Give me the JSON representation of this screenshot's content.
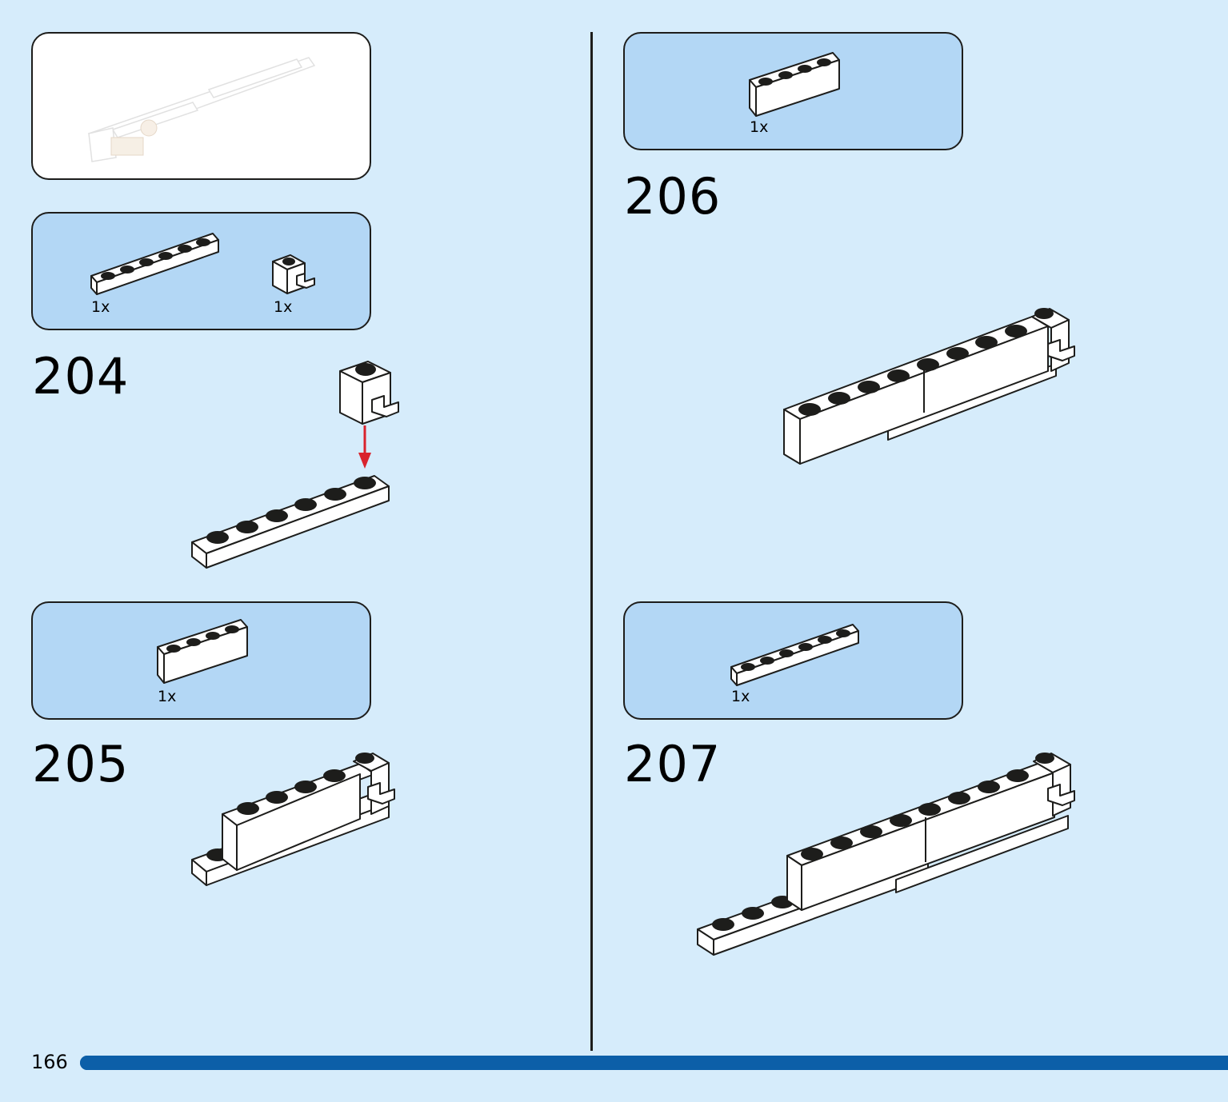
{
  "page": {
    "number": "166"
  },
  "progress": {
    "fraction": 1.0,
    "color": "#0c5fa8"
  },
  "colors": {
    "background": "#d6ecfb",
    "parts_box": "#b3d7f5",
    "arrow": "#d9232d"
  },
  "steps": [
    {
      "number": "204",
      "parts": [
        {
          "qty": "1x",
          "part": "plate-1x6"
        },
        {
          "qty": "1x",
          "part": "brick-1x1-clip"
        }
      ]
    },
    {
      "number": "205",
      "parts": [
        {
          "qty": "1x",
          "part": "brick-1x4"
        }
      ]
    },
    {
      "number": "206",
      "parts": [
        {
          "qty": "1x",
          "part": "brick-1x4"
        }
      ]
    },
    {
      "number": "207",
      "parts": [
        {
          "qty": "1x",
          "part": "plate-1x6"
        }
      ]
    }
  ]
}
